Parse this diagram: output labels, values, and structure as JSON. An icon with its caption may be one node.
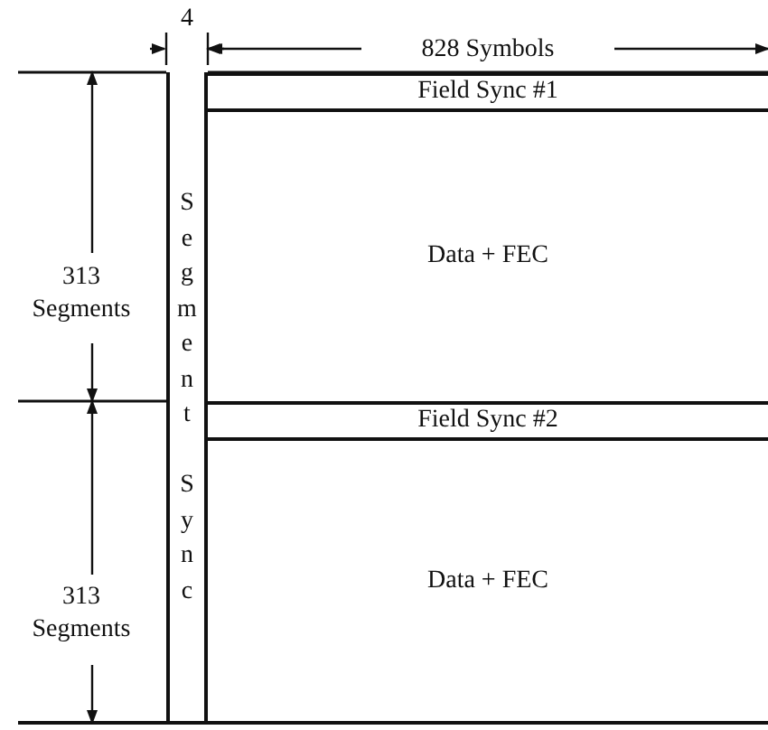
{
  "diagram": {
    "nodes": [
      {
        "text": [
          "Segment Sync"
        ]
      },
      {
        "text": [
          "Field Sync #1"
        ]
      },
      {
        "text": [
          "Data + FEC"
        ]
      },
      {
        "text": [
          "Field Sync #2"
        ]
      },
      {
        "text": [
          "Data + FEC"
        ]
      }
    ],
    "labels": [
      "4",
      "828 Symbols",
      "313 Segments",
      "313 Segments"
    ]
  }
}
